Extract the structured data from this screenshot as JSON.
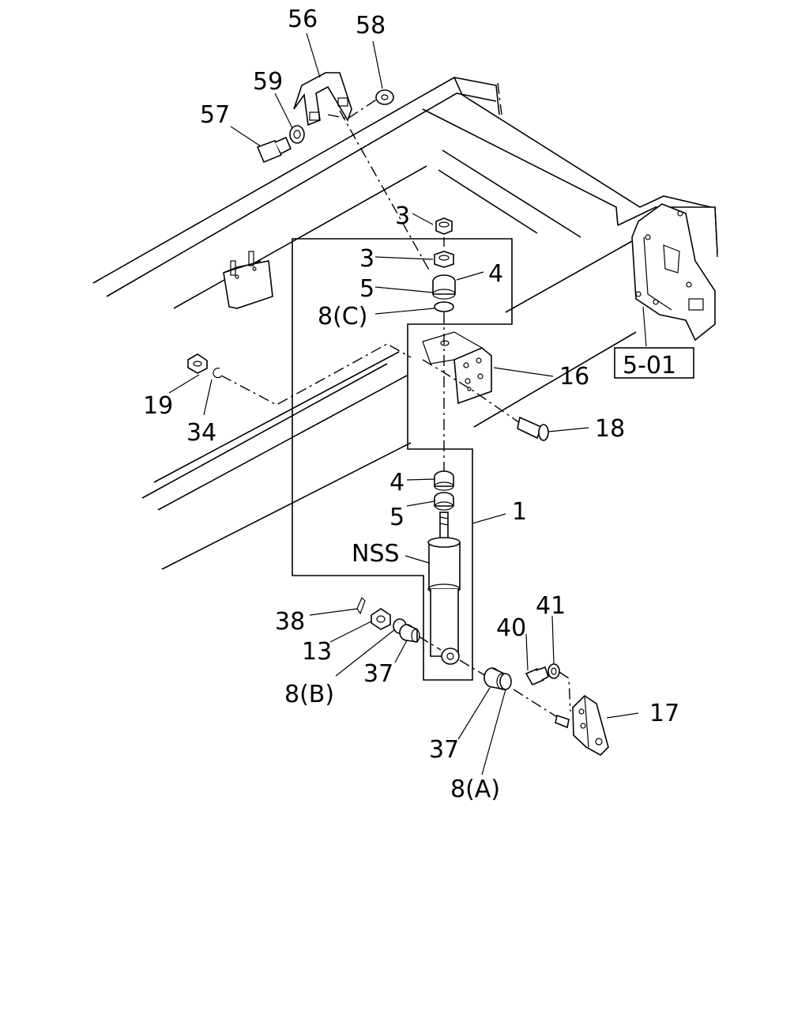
{
  "labels": {
    "l56": "56",
    "l58": "58",
    "l59": "59",
    "l57": "57",
    "l3a": "3",
    "l3b": "3",
    "l4a": "4",
    "l5a": "5",
    "l8c": "8(C)",
    "l19": "19",
    "l34": "34",
    "l16": "16",
    "l18": "18",
    "l4b": "4",
    "l5b": "5",
    "l1": "1",
    "lnss": "NSS",
    "l38": "38",
    "l13": "13",
    "l8b": "8(B)",
    "l37a": "37",
    "l40": "40",
    "l41": "41",
    "l17": "17",
    "l37b": "37",
    "l8a": "8(A)"
  },
  "reference": {
    "ref501": "5-01"
  }
}
